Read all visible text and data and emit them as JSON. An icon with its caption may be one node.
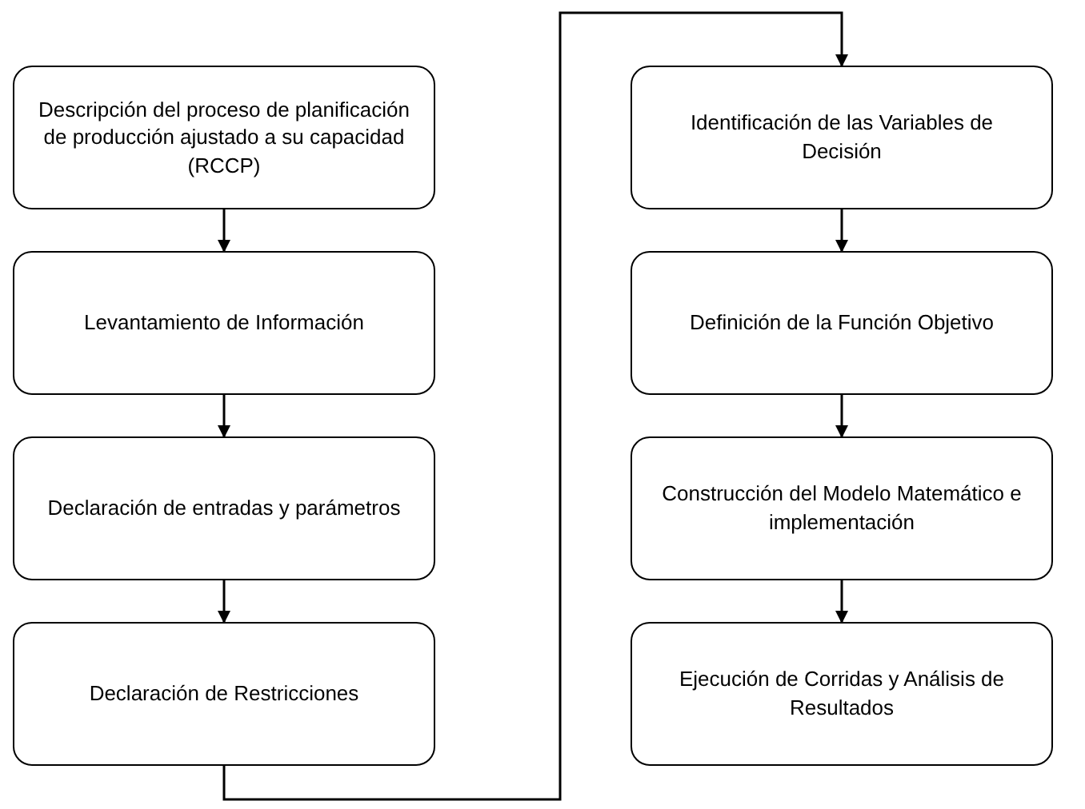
{
  "diagram": {
    "nodes": [
      {
        "text": [
          "Descripción del proceso de planificación de producción ajustado  a su capacidad (RCCP)"
        ]
      },
      {
        "text": [
          "Levantamiento de Información"
        ]
      },
      {
        "text": [
          "Declaración de entradas y parámetros"
        ]
      },
      {
        "text": [
          "Declaración de Restricciones"
        ]
      },
      {
        "text": [
          "Identificación de las Variables de Decisión"
        ]
      },
      {
        "text": [
          "Definición de la Función Objetivo"
        ]
      },
      {
        "text": [
          "Construcción del Modelo Matemático e implementación"
        ]
      },
      {
        "text": [
          "Ejecución de Corridas y Análisis de Resultados"
        ]
      }
    ],
    "edges": [
      {
        "from": 0,
        "to": 1,
        "arrow": "to"
      },
      {
        "from": 1,
        "to": 2,
        "arrow": "to"
      },
      {
        "from": 2,
        "to": 3,
        "arrow": "to"
      },
      {
        "from": 3,
        "to": 4,
        "arrow": "to"
      },
      {
        "from": 4,
        "to": 5,
        "arrow": "to"
      },
      {
        "from": 5,
        "to": 6,
        "arrow": "to"
      },
      {
        "from": 6,
        "to": 7,
        "arrow": "to"
      }
    ]
  }
}
